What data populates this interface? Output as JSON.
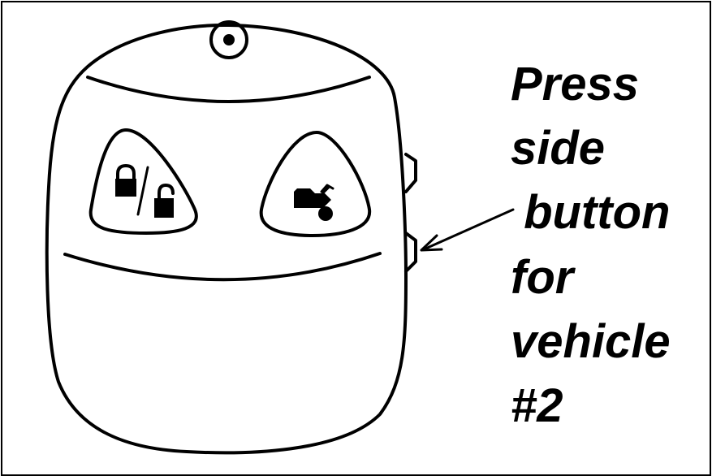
{
  "instruction": {
    "lines": [
      "Press",
      "side",
      " button",
      "for",
      "vehicle",
      "#2"
    ]
  },
  "remote": {
    "buttons": [
      {
        "icon": "lock-unlock-icon"
      },
      {
        "icon": "trunk-release-icon"
      }
    ],
    "side_buttons": 2,
    "highlighted_side_button": 2
  },
  "colors": {
    "line": "#000000",
    "background": "#ffffff"
  }
}
